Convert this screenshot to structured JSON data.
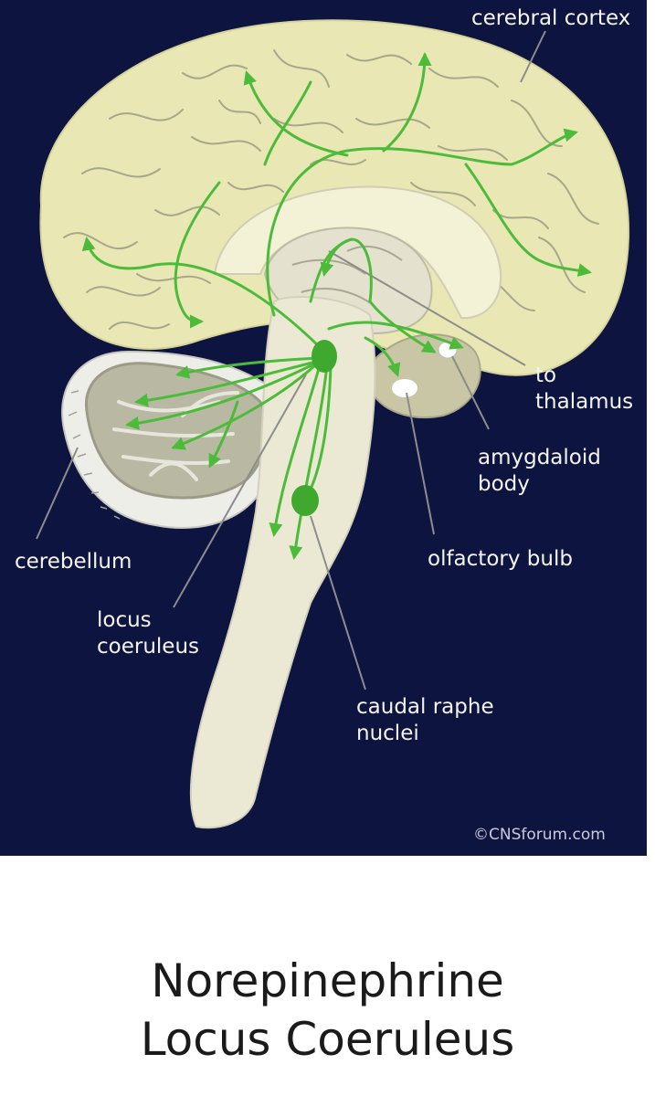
{
  "labels": {
    "cerebral_cortex": "cerebral cortex",
    "to_thalamus": "to\nthalamus",
    "amygdaloid_body": "amygdaloid\nbody",
    "cerebellum": "cerebellum",
    "olfactory_bulb": "olfactory bulb",
    "locus_coeruleus": "locus\ncoeruleus",
    "caudal_raphe_nuclei": "caudal raphe\nnuclei"
  },
  "credit": "©CNSforum.com",
  "caption": {
    "line1": "Norepinephrine",
    "line2": "Locus Coeruleus"
  },
  "colors": {
    "background": "#0d1440",
    "cortex": "#e9e7b4",
    "pathway": "#4dbb3a",
    "nucleus": "#3fa82f"
  }
}
